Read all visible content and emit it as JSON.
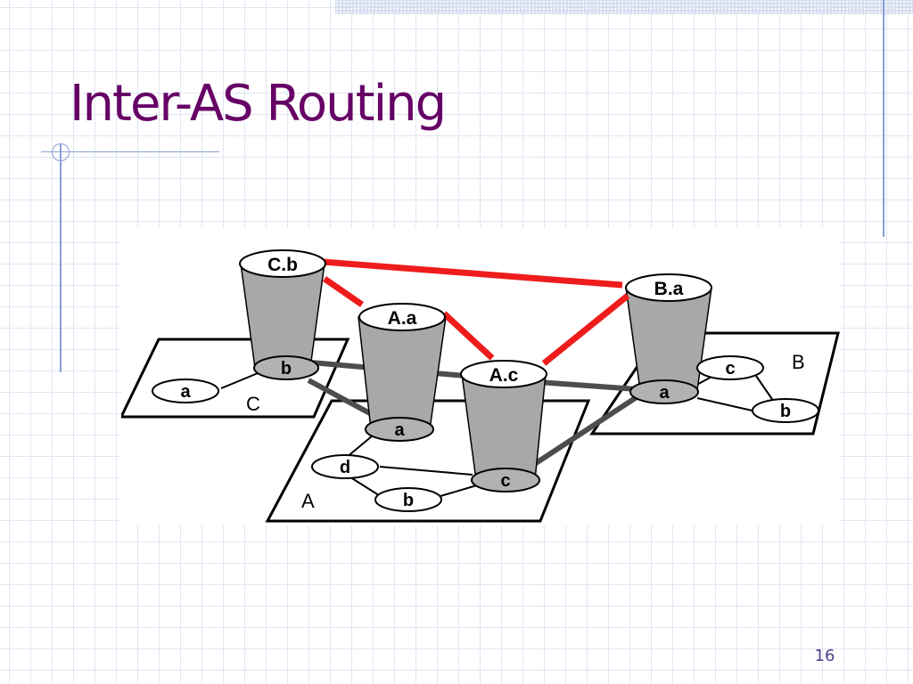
{
  "slide": {
    "title": "Inter-AS Routing",
    "page_number": "16"
  },
  "diagram": {
    "autonomous_systems": [
      {
        "id": "C",
        "label": "C",
        "routers": [
          "a",
          "b"
        ]
      },
      {
        "id": "A",
        "label": "A",
        "routers": [
          "a",
          "b",
          "c",
          "d"
        ]
      },
      {
        "id": "B",
        "label": "B",
        "routers": [
          "a",
          "b",
          "c"
        ]
      }
    ],
    "gateways": [
      {
        "id": "C.b",
        "label": "C.b",
        "base_label": "b"
      },
      {
        "id": "A.a",
        "label": "A.a",
        "base_label": "a"
      },
      {
        "id": "A.c",
        "label": "A.c",
        "base_label": "c"
      },
      {
        "id": "B.a",
        "label": "B.a",
        "base_label": "a"
      }
    ],
    "routers": {
      "C": {
        "a": "a"
      },
      "A": {
        "d": "d",
        "b": "b"
      },
      "B": {
        "c": "c",
        "b": "b"
      }
    },
    "inter_as_links": [
      [
        "C.b",
        "A.a"
      ],
      [
        "A.a",
        "A.c"
      ],
      [
        "C.b",
        "B.a"
      ],
      [
        "A.c",
        "B.a"
      ]
    ],
    "colors": {
      "inter_as_link": "#ee1c1c",
      "physical_link": "#4d4d4d",
      "cylinder": "#a8a8a8",
      "node_top": "#ffffff",
      "node_base": "#b2b2b2"
    }
  }
}
